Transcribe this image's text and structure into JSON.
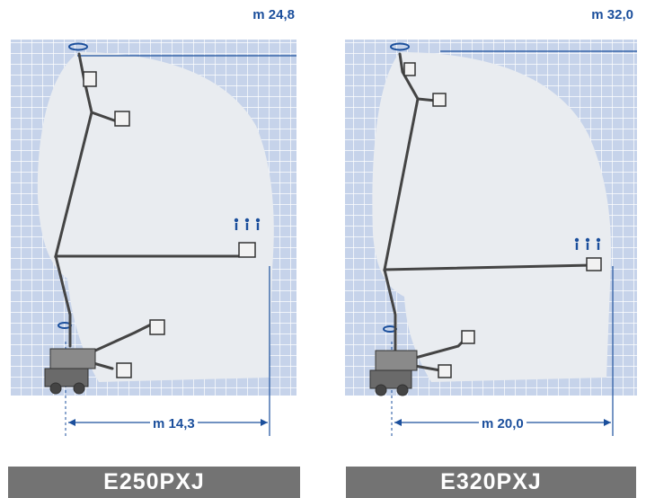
{
  "panels": [
    {
      "max_height": "m 24,8",
      "max_outreach": "m 14,3",
      "model": "E250PXJ"
    },
    {
      "max_height": "m 32,0",
      "max_outreach": "m 20,0",
      "model": "E320PXJ"
    }
  ],
  "icons": {
    "person": "person-icon",
    "basket": "platform-basket-icon",
    "rotation": "rotation-icon"
  },
  "colors": {
    "grid_background": "#c6d3ea",
    "grid_lines": "#ffffff",
    "envelope": "#e9ecf0",
    "accent_blue": "#1b4f9c",
    "label_bar": "#737373"
  }
}
